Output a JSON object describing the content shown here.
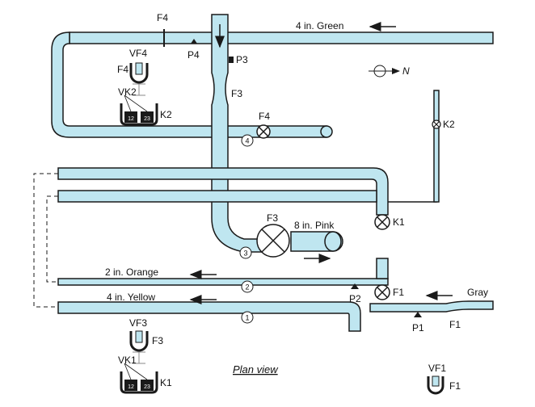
{
  "labels": {
    "pipe_green": "4 in. Green",
    "pipe_pink": "8 in. Pink",
    "pipe_orange": "2 in. Orange",
    "pipe_yellow": "4 in. Yellow",
    "pipe_gray": "Gray",
    "north": "N",
    "plan_view": "Plan view"
  },
  "flow_meters": {
    "f1": "F1",
    "f3": "F3",
    "f4": "F4"
  },
  "pressure": {
    "p1": "P1",
    "p2": "P2",
    "p3": "P3",
    "p4": "P4"
  },
  "valves": {
    "k1": "K1",
    "k2": "K2"
  },
  "stations": {
    "vf1": "VF1",
    "vf3": "VF3",
    "vf4": "VF4",
    "vk1": "VK1",
    "vk2": "VK2",
    "vk_cells": [
      "12",
      "23"
    ]
  },
  "circles": [
    "1",
    "2",
    "3",
    "4"
  ],
  "colors": {
    "pipe_fill": "#bfe6f0",
    "outline": "#1a1a1a"
  }
}
